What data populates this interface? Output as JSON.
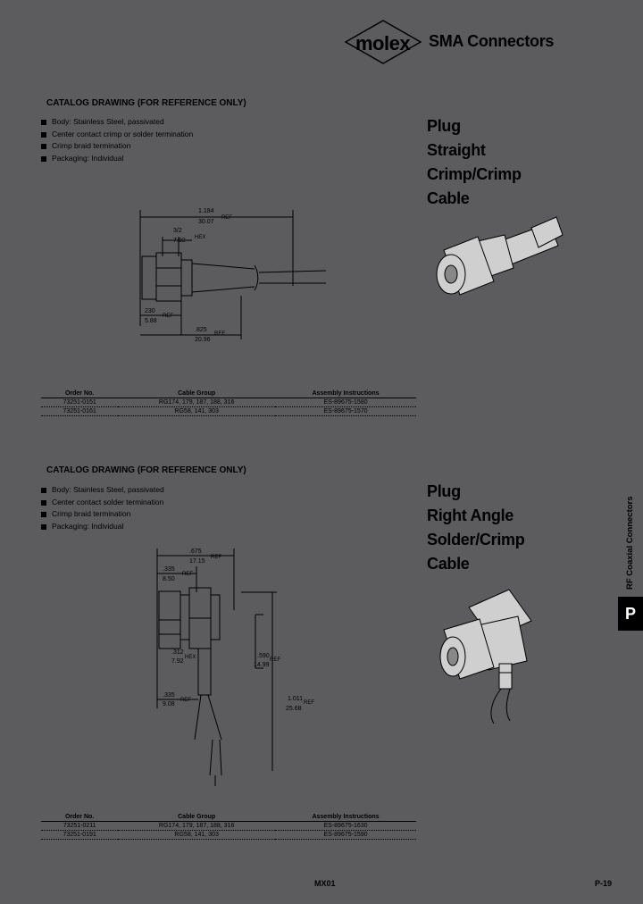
{
  "header": {
    "brand": "molex",
    "title": "SMA Connectors"
  },
  "sections": [
    {
      "heading": "CATALOG DRAWING (FOR REFERENCE ONLY)",
      "bullets": [
        "Body: Stainless Steel, passivated",
        "Center contact crimp or solder termination",
        "Crimp braid termination",
        "Packaging: Individual"
      ],
      "product_title": [
        "Plug",
        "Straight",
        "Crimp/Crimp",
        "Cable"
      ],
      "dims": {
        "d1": [
          "1.184",
          "30.07"
        ],
        "d1_ref": "REF",
        "d2": [
          "3/2",
          "7.92"
        ],
        "d2_suffix": "HEX",
        "d3": [
          "230",
          "5.88"
        ],
        "d3_ref": "REF",
        "d4": [
          ".825",
          "20.96"
        ],
        "d4_ref": "REF"
      },
      "table": {
        "headers": [
          "Order No.",
          "Cable Group",
          "Assembly Instructions"
        ],
        "rows": [
          [
            "73251-0151",
            "RG174, 179, 187, 188, 316",
            "ES-89675-1580"
          ],
          [
            "73251-0161",
            "RG58, 141, 303",
            "ES-89675-1570"
          ]
        ]
      }
    },
    {
      "heading": "CATALOG DRAWING (FOR REFERENCE ONLY)",
      "bullets": [
        "Body: Stainless Steel, passivated",
        "Center contact solder termination",
        "Crimp braid termination",
        "Packaging: Individual"
      ],
      "product_title": [
        "Plug",
        "Right Angle",
        "Solder/Crimp",
        "Cable"
      ],
      "dims": {
        "d1": [
          ".675",
          "17.15"
        ],
        "d1_ref": "REF",
        "d2": [
          ".335",
          "8.50"
        ],
        "d2_ref": "REF",
        "d3": [
          ".312",
          "7.92"
        ],
        "d3_suffix": "HEX",
        "d4": [
          ".335",
          "9.08"
        ],
        "d4_ref": "REF",
        "d5": [
          ".590",
          "14.99"
        ],
        "d5_ref": "REF",
        "d6": [
          "1.011",
          "25.68"
        ],
        "d6_ref": "REF"
      },
      "table": {
        "headers": [
          "Order No.",
          "Cable Group",
          "Assembly Instructions"
        ],
        "rows": [
          [
            "73251-0211",
            "RG174, 179, 187, 188, 316",
            "ES-89675-1630"
          ],
          [
            "73251-0191",
            "RG58, 141, 303",
            "ES-89675-1590"
          ]
        ]
      }
    }
  ],
  "sidebar": {
    "label": "RF Coaxial Connectors",
    "tab_letter": "P"
  },
  "footer": {
    "center": "MX01",
    "page": "P-19"
  }
}
